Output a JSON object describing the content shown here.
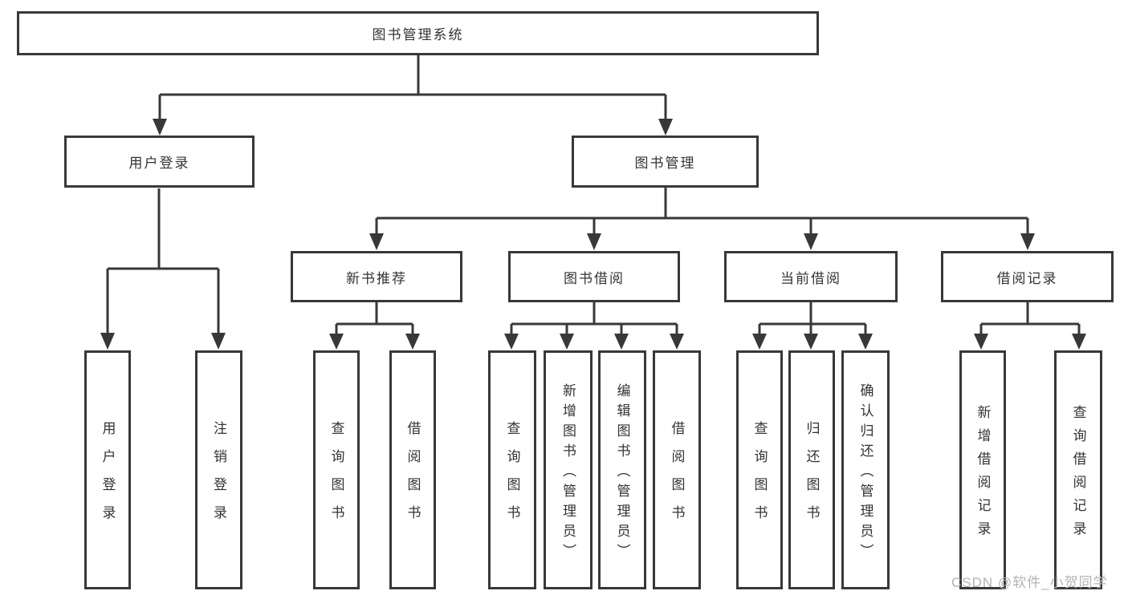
{
  "watermark": "CSDN @软件_小贺同学",
  "colors": {
    "line": "#383838",
    "text": "#333333",
    "background": "#ffffff",
    "watermark": "#b3b3b3"
  },
  "tree": {
    "label": "图书管理系统",
    "children": [
      {
        "label": "用户登录",
        "children": [
          {
            "label": "用户登录"
          },
          {
            "label": "注销登录"
          }
        ]
      },
      {
        "label": "图书管理",
        "children": [
          {
            "label": "新书推荐",
            "children": [
              {
                "label": "查询图书"
              },
              {
                "label": "借阅图书"
              }
            ]
          },
          {
            "label": "图书借阅",
            "children": [
              {
                "label": "查询图书"
              },
              {
                "label": "新增图书（管理员）"
              },
              {
                "label": "编辑图书（管理员）"
              },
              {
                "label": "借阅图书"
              }
            ]
          },
          {
            "label": "当前借阅",
            "children": [
              {
                "label": "查询图书"
              },
              {
                "label": "归还图书"
              },
              {
                "label": "确认归还（管理员）"
              }
            ]
          },
          {
            "label": "借阅记录",
            "children": [
              {
                "label": "新增借阅记录"
              },
              {
                "label": "查询借阅记录"
              }
            ]
          }
        ]
      }
    ]
  }
}
